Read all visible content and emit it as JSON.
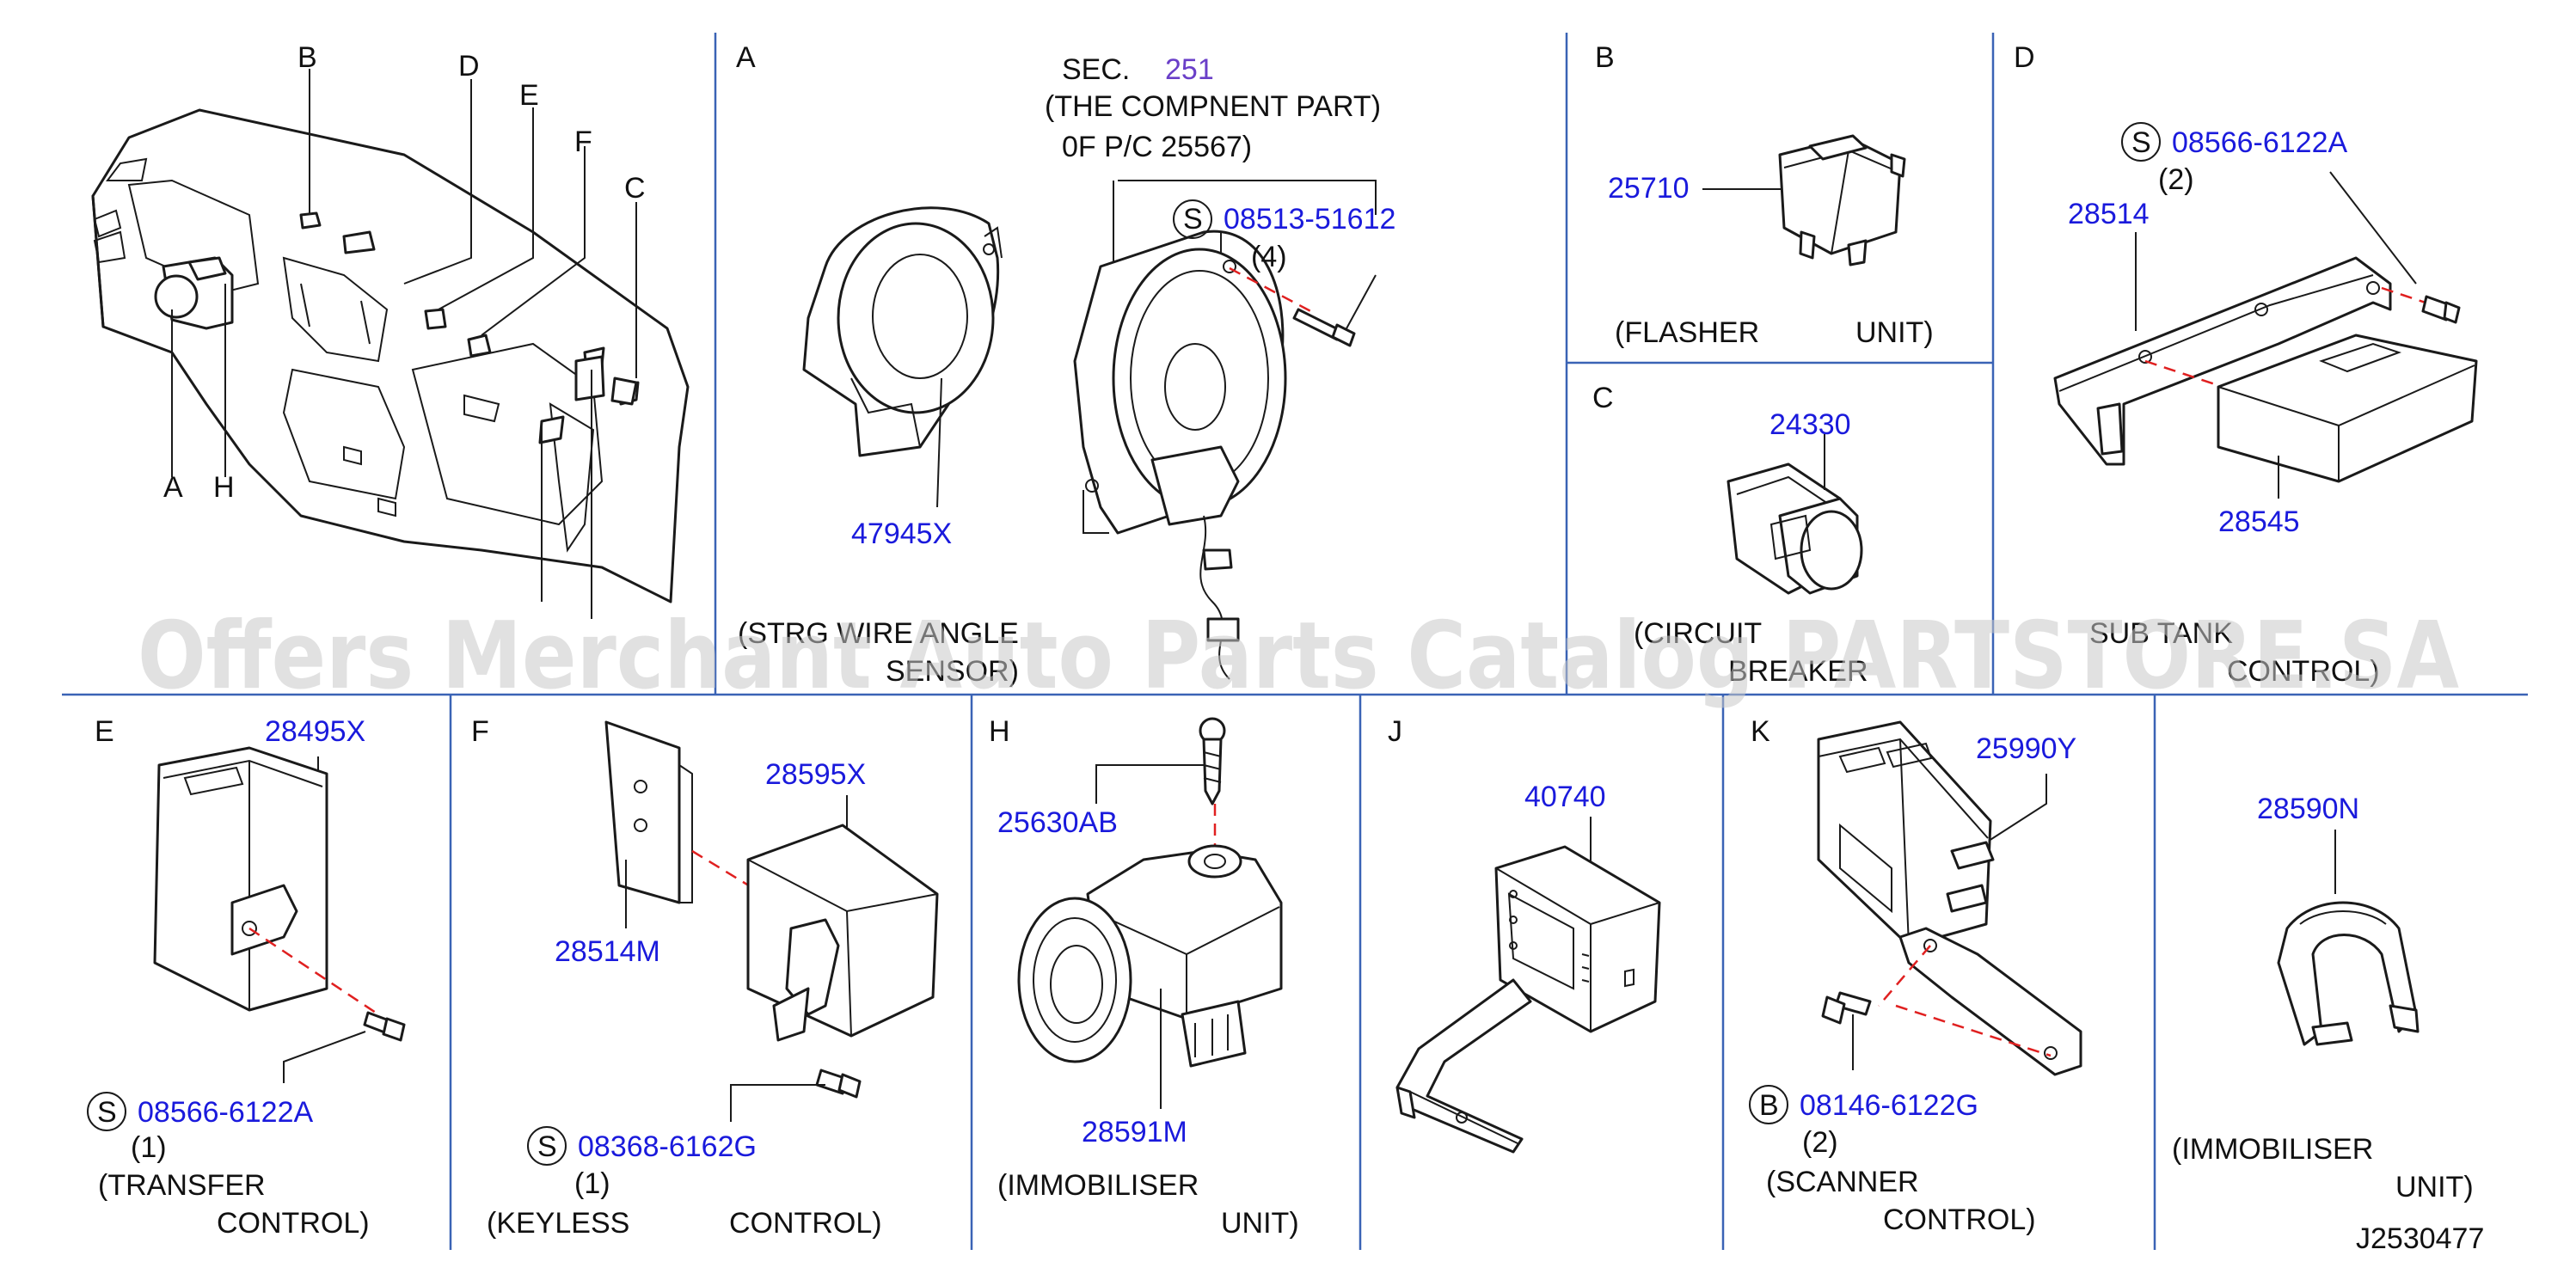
{
  "diagram_code": "J2530477",
  "watermark": "Offers Merchant Auto Parts Catalog PARTSTORE.SA",
  "overview": {
    "callouts": [
      "B",
      "D",
      "E",
      "F",
      "C",
      "A",
      "H"
    ]
  },
  "panel_a": {
    "letter": "A",
    "sec_label": "SEC.",
    "sec_number": "251",
    "note_line1": "(THE  COMPNENT  PART)",
    "note_line2": "0F  P/C  25567)",
    "screw_badge": "S",
    "screw_part": "08513-51612",
    "screw_qty": "(4)",
    "sensor_part": "47945X",
    "caption_line1": "(STRG  WIRE  ANGLE",
    "caption_line2": "SENSOR)"
  },
  "panel_b": {
    "letter": "B",
    "part": "25710",
    "caption_line1": "(FLASHER",
    "caption_line2": "UNIT)"
  },
  "panel_c": {
    "letter": "C",
    "part": "24330",
    "caption_line1": "(CIRCUIT",
    "caption_line2": "BREAKER"
  },
  "panel_d": {
    "letter": "D",
    "screw_badge": "S",
    "screw_part": "08566-6122A",
    "screw_qty": "(2)",
    "bracket_part": "28514",
    "unit_part": "28545",
    "caption_line1": "SUB  TANK",
    "caption_line2": "CONTROL)"
  },
  "panel_e": {
    "letter": "E",
    "part": "28495X",
    "screw_badge": "S",
    "screw_part": "08566-6122A",
    "screw_qty": "(1)",
    "caption_line1": "(TRANSFER",
    "caption_line2": "CONTROL)"
  },
  "panel_f": {
    "letter": "F",
    "unit_part": "28595X",
    "bracket_part": "28514M",
    "screw_badge": "S",
    "screw_part": "08368-6162G",
    "screw_qty": "(1)",
    "caption_line1": "(KEYLESS",
    "caption_line2": "CONTROL)"
  },
  "panel_h": {
    "letter": "H",
    "screw_part": "25630AB",
    "unit_part": "28591M",
    "caption_line1": "(IMMOBILISER",
    "caption_line2": "UNIT)"
  },
  "panel_j": {
    "letter": "J",
    "part": "40740"
  },
  "panel_k": {
    "letter": "K",
    "unit_part": "25990Y",
    "bolt_badge": "B",
    "bolt_part": "08146-6122G",
    "bolt_qty": "(2)",
    "caption_line1": "(SCANNER",
    "caption_line2": "CONTROL)"
  },
  "panel_last": {
    "part": "28590N",
    "caption_line1": "(IMMOBILISER",
    "caption_line2": "UNIT)"
  }
}
